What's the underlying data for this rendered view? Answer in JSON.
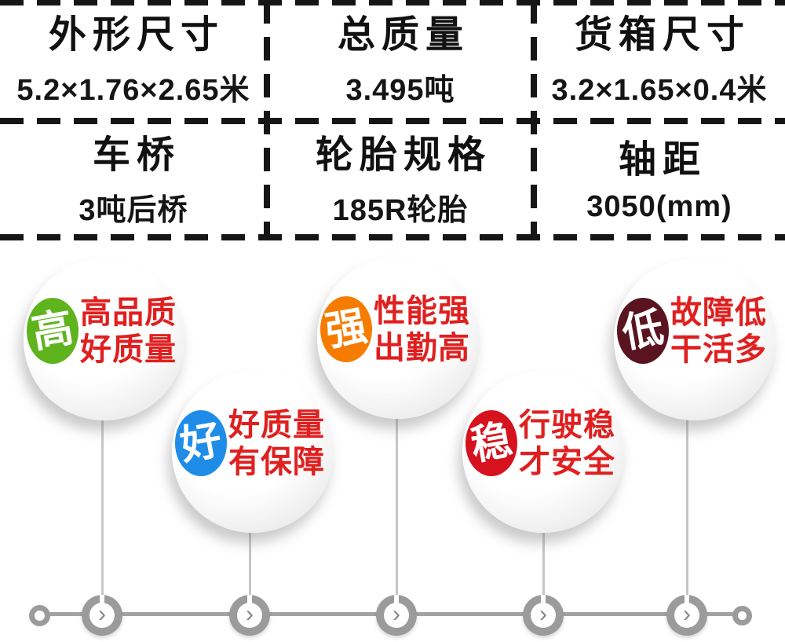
{
  "spec_table": {
    "cells": [
      {
        "title": "外形尺寸",
        "value": "5.2×1.76×2.65米"
      },
      {
        "title": "总质量",
        "value": "3.495吨"
      },
      {
        "title": "货箱尺寸",
        "value": "3.2×1.65×0.4米"
      },
      {
        "title": "车桥",
        "value": "3吨后桥"
      },
      {
        "title": "轮胎规格",
        "value": "185R轮胎"
      },
      {
        "title": "轴距",
        "value": "3050(mm)"
      }
    ]
  },
  "features": [
    {
      "badge": "高",
      "badge_color": "#5fb41e",
      "line1": "高品质",
      "line2": "好质量"
    },
    {
      "badge": "好",
      "badge_color": "#1f8de8",
      "line1": "好质量",
      "line2": "有保障"
    },
    {
      "badge": "强",
      "badge_color": "#f67c00",
      "line1": "性能强",
      "line2": "出勤高"
    },
    {
      "badge": "稳",
      "badge_color": "#d6121f",
      "line1": "行驶稳",
      "line2": "才安全"
    },
    {
      "badge": "低",
      "badge_color": "#5a1420",
      "line1": "故障低",
      "line2": "干活多"
    }
  ],
  "timeline": {
    "chevron": "›"
  },
  "colors": {
    "feature_text": "#e01f1f",
    "table_line": "#161616",
    "timeline_gray": "#9b9b9b"
  }
}
